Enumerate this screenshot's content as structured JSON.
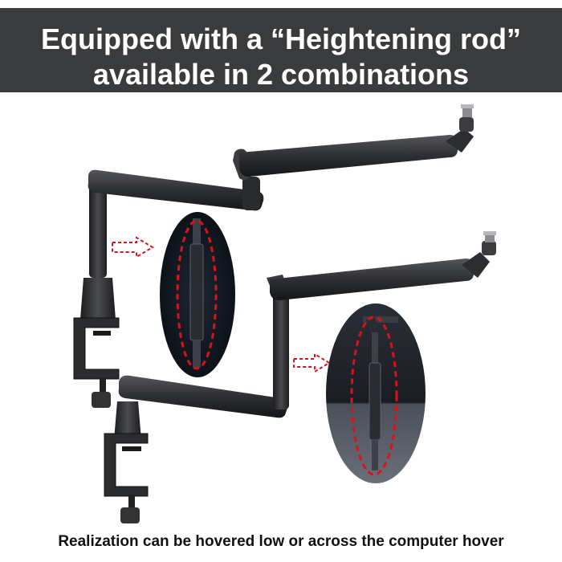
{
  "banner": {
    "line1": "Equipped with a  “Heightening rod”",
    "line2": "available in 2 combinations"
  },
  "caption": "Realization can be hovered low or across the computer hover",
  "colors": {
    "banner_bg": "#3a3b3d",
    "arm": "#2a2b2d",
    "highlight": "#d9121b"
  },
  "icons": [
    "arrow-right-icon",
    "arrow-right-icon"
  ]
}
